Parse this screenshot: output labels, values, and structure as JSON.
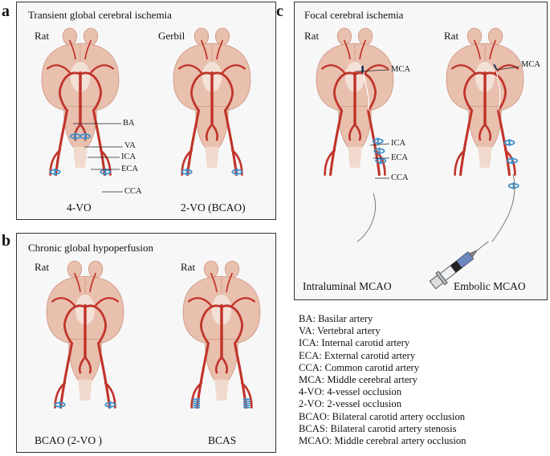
{
  "panels": {
    "a": {
      "label": "a",
      "title": "Transient global cerebral ischemia",
      "left_species": "Rat",
      "right_species": "Gerbil",
      "left_caption": "4-VO",
      "right_caption": "2-VO (BCAO)",
      "annotations": [
        "BA",
        "VA",
        "ICA",
        "ECA",
        "CCA"
      ]
    },
    "b": {
      "label": "b",
      "title": "Chronic global hypoperfusion",
      "left_species": "Rat",
      "right_species": "Rat",
      "left_caption": "BCAO (2-VO )",
      "right_caption": "BCAS"
    },
    "c": {
      "label": "c",
      "title": "Focal cerebral ischemia",
      "left_species": "Rat",
      "right_species": "Rat",
      "left_caption": "Intraluminal MCAO",
      "right_caption": "Embolic MCAO",
      "left_annotations": [
        "MCA",
        "ICA",
        "ECA",
        "CCA"
      ],
      "right_annotations": [
        "MCA"
      ]
    }
  },
  "legend": [
    "BA: Basilar artery",
    "VA: Vertebral artery",
    "ICA: Internal carotid artery",
    "ECA: External carotid artery",
    "CCA: Common carotid artery",
    "MCA: Middle cerebral artery",
    "4-VO: 4-vessel occlusion",
    "2-VO: 2-vessel occlusion",
    "BCAO: Bilateral carotid artery occlusion",
    "BCAS: Bilateral carotid artery stenosis",
    "MCAO: Middle cerebral artery occlusion"
  ],
  "colors": {
    "brain": "#e9bfae",
    "brain_dark": "#cf9a86",
    "artery": "#c0342a",
    "clip": "#3f8fc9"
  }
}
